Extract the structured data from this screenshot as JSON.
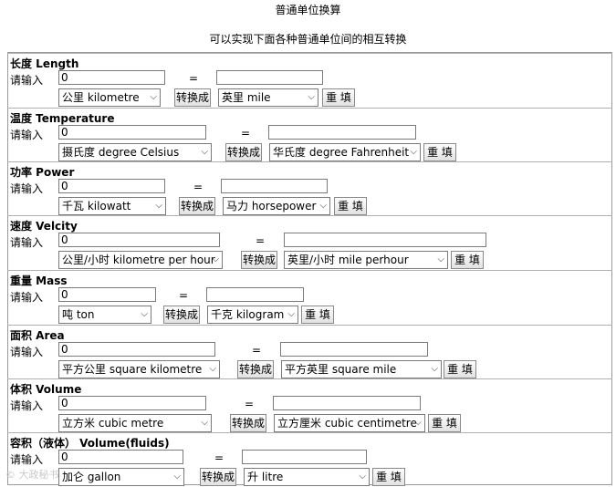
{
  "page": {
    "title": "普通单位换算",
    "subtitle": "可以实现下面各种普通单位间的相互转换",
    "watermark": "© 大政秘书"
  },
  "labels": {
    "input_prompt": "请输入",
    "equals": "=",
    "convert": "转换成",
    "reset": "重 填"
  },
  "sections": [
    {
      "title": "长度 Length",
      "input_value": "0",
      "output_value": "",
      "from_unit": "公里 kilometre",
      "to_unit": "英里 mile"
    },
    {
      "title": "温度 Temperature",
      "input_value": "0",
      "output_value": "",
      "from_unit": "摄氏度 degree Celsius",
      "to_unit": "华氏度 degree Fahrenheit"
    },
    {
      "title": "功率 Power",
      "input_value": "0",
      "output_value": "",
      "from_unit": "千瓦 kilowatt",
      "to_unit": "马力 horsepower"
    },
    {
      "title": "速度 Velcity",
      "input_value": "0",
      "output_value": "",
      "from_unit": "公里/小时 kilometre per hour",
      "to_unit": "英里/小时 mile perhour"
    },
    {
      "title": "重量 Mass",
      "input_value": "0",
      "output_value": "",
      "from_unit": "吨 ton",
      "to_unit": "千克 kilogram"
    },
    {
      "title": "面积 Area",
      "input_value": "0",
      "output_value": "",
      "from_unit": "平方公里 square kilometre",
      "to_unit": "平方英里 square mile"
    },
    {
      "title": "体积 Volume",
      "input_value": "0",
      "output_value": "",
      "from_unit": "立方米 cubic metre",
      "to_unit": "立方厘米 cubic centimetre"
    },
    {
      "title": "容积（液体） Volume(fluids)",
      "input_value": "0",
      "output_value": "",
      "from_unit": "加仑 gallon",
      "to_unit": "升 litre"
    }
  ]
}
